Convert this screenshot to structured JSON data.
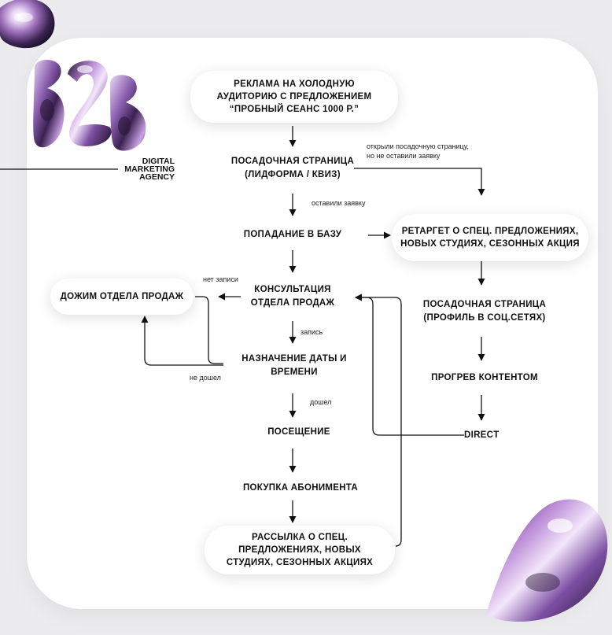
{
  "brand": {
    "logo_text": "B2B",
    "tagline_lines": [
      "DIGITAL",
      "MARKETING",
      "AGENCY"
    ]
  },
  "colors": {
    "background": "#ececee",
    "card": "#ffffff",
    "text": "#111111",
    "chrome_accent": "#a878c8"
  },
  "nodes": {
    "ad": "РЕКЛАМА НА ХОЛОДНУЮ\nАУДИТОРИЮ С ПРЕДЛОЖЕНИЕМ\n“ПРОБНЫЙ СЕАНС 1000 Р.”",
    "landing": "ПОСАДОЧНАЯ СТРАНИЦА\n(ЛИДФОРМА / КВИЗ)",
    "database": "ПОПАДАНИЕ В БАЗУ",
    "consult": "КОНСУЛЬТАЦИЯ\nОТДЕЛА ПРОДАЖ",
    "schedule": "НАЗНАЧЕНИЕ ДАТЫ И\nВРЕМЕНИ",
    "visit": "ПОСЕЩЕНИЕ",
    "purchase": "ПОКУПКА АБОНИМЕНТА",
    "mailing": "РАССЫЛКА О СПЕЦ.\nПРЕДЛОЖЕНИЯХ, НОВЫХ\nСТУДИЯХ, СЕЗОННЫХ АКЦИЯХ",
    "push": "ДОЖИМ ОТДЕЛА ПРОДАЖ",
    "retarget": "РЕТАРГЕТ О СПЕЦ. ПРЕДЛОЖЕНИЯХ,\nНОВЫХ СТУДИЯХ, СЕЗОННЫХ АКЦИЯ",
    "social": "ПОСАДОЧНАЯ СТРАНИЦА\n(ПРОФИЛЬ В СОЦ.СЕТЯХ)",
    "content": "ПРОГРЕВ КОНТЕНТОМ",
    "direct": "DIRECT"
  },
  "notes": {
    "no_request": "открыли посадочную страницу,\nно не оставили заявку",
    "left_request": "оставили заявку",
    "no_booking": "нет записи",
    "booked": "запись",
    "no_show": "не дошел",
    "came": "дошел"
  }
}
